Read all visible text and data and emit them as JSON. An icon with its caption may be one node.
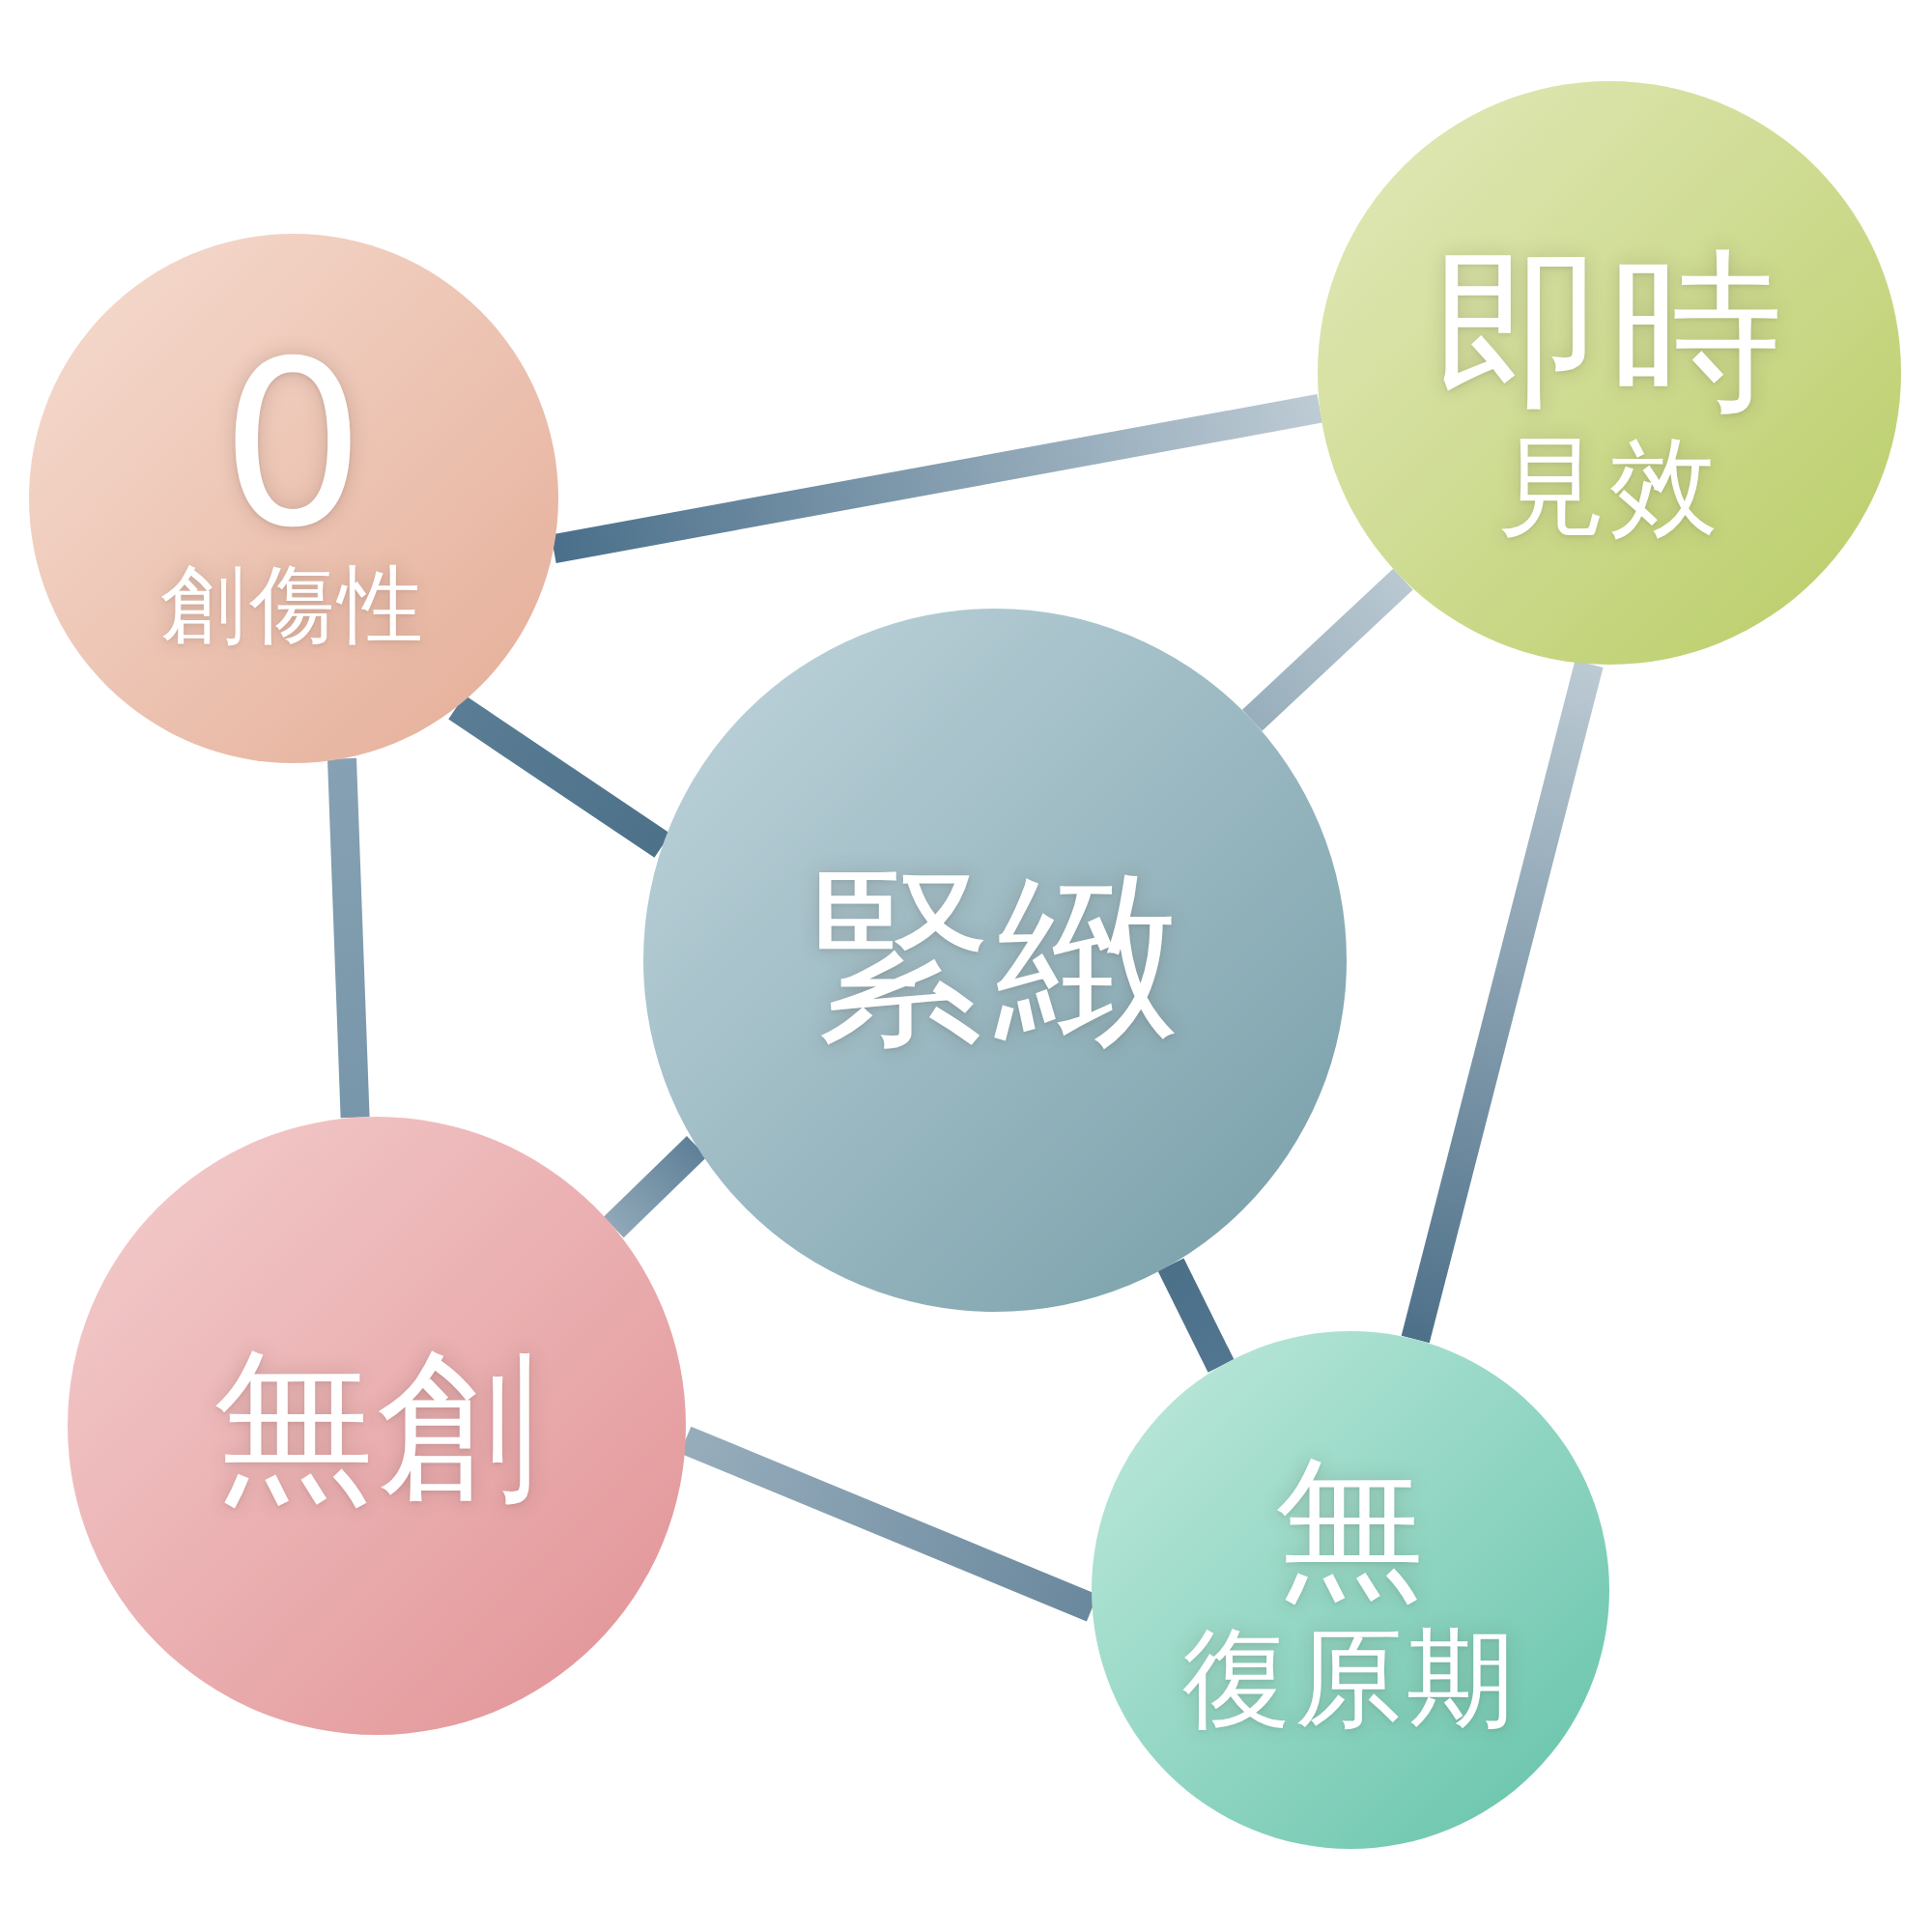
{
  "diagram": {
    "nodes": [
      {
        "text": [
          "0",
          "創傷性"
        ]
      },
      {
        "text": [
          "即時",
          "見效"
        ]
      },
      {
        "text": [
          "緊緻"
        ]
      },
      {
        "text": [
          "無創"
        ]
      },
      {
        "text": [
          "無",
          "復原期"
        ]
      }
    ],
    "edges": [
      {
        "from": 0,
        "to": 1,
        "arrow": "none"
      },
      {
        "from": 0,
        "to": 2,
        "arrow": "none"
      },
      {
        "from": 0,
        "to": 3,
        "arrow": "none"
      },
      {
        "from": 1,
        "to": 2,
        "arrow": "none"
      },
      {
        "from": 1,
        "to": 4,
        "arrow": "none"
      },
      {
        "from": 2,
        "to": 3,
        "arrow": "none"
      },
      {
        "from": 2,
        "to": 4,
        "arrow": "none"
      },
      {
        "from": 3,
        "to": 4,
        "arrow": "none"
      }
    ]
  }
}
